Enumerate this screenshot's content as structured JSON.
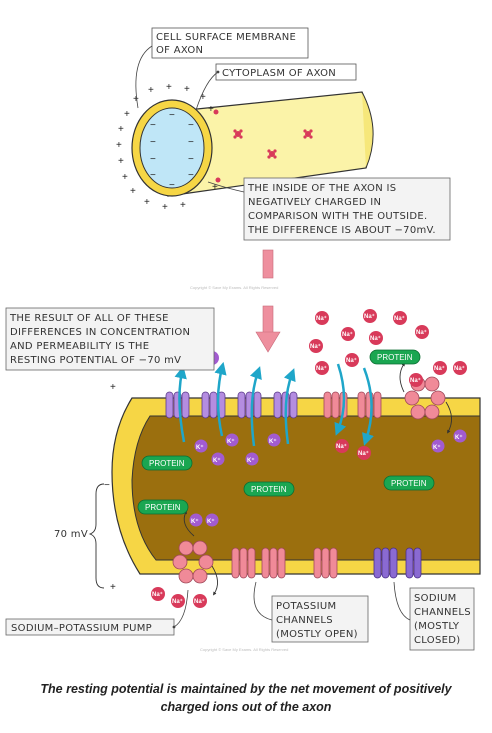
{
  "labels": {
    "membrane_line1": "CELL SURFACE MEMBRANE",
    "membrane_line2": "OF AXON",
    "cytoplasm": "CYTOPLASM OF AXON",
    "inside_line1": "THE INSIDE OF THE AXON IS",
    "inside_line2": "NEGATIVELY CHARGED IN",
    "inside_line3": "COMPARISON WITH THE OUTSIDE.",
    "inside_line4": "THE DIFFERENCE IS ABOUT −70mV.",
    "result_line1": "THE RESULT OF ALL OF THESE",
    "result_line2": "DIFFERENCES IN CONCENTRATION",
    "result_line3": "AND PERMEABILITY IS THE",
    "result_line4": "RESTING POTENTIAL OF −70 mV",
    "voltage": "70 mV",
    "pump": "SODIUM–POTASSIUM PUMP",
    "potassium_line1": "POTASSIUM",
    "potassium_line2": "CHANNELS",
    "potassium_line3": "(MOSTLY OPEN)",
    "sodium_line1": "SODIUM",
    "sodium_line2": "CHANNELS",
    "sodium_line3": "(MOSTLY",
    "sodium_line4": "CLOSED)",
    "protein": "PROTEIN",
    "plus": "+",
    "minus": "−",
    "potassium_ion": "K⁺",
    "sodium_ion": "Na⁺",
    "copyright": "Copyright © Save My Exams. All Rights Reserved"
  },
  "caption_line1": "The resting potential is maintained by the net movement of positively",
  "caption_line2": "charged ions out of the axon",
  "colors": {
    "membrane_yellow": "#f6d645",
    "cytoplasm_brown": "#9b6f0e",
    "axon_pale": "#fbf3a8",
    "cross_section_blue": "#bfe6f7",
    "potassium_purple": "#a25bd0",
    "sodium_red": "#d83a5a",
    "protein_green": "#1aa651",
    "arrow_cyan": "#1fa6c9",
    "big_arrow_pink": "#ee8f9e",
    "potassium_channel": "#f08a98",
    "sodium_channel": "#8a6ad2",
    "leak_channel": "#b48de0"
  }
}
